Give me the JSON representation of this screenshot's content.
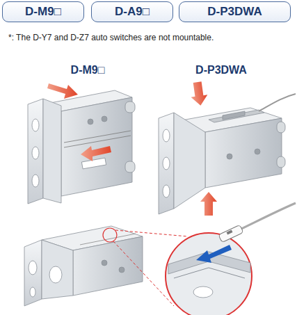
{
  "diagram": {
    "nodes": [
      {
        "text": [
          "D-M9□"
        ]
      },
      {
        "text": [
          "D-A9□"
        ]
      },
      {
        "text": [
          "D-P3DWA"
        ]
      }
    ],
    "labels": [
      "*: The D-Y7 and D-Z7 auto switches are not mountable.",
      "D-M9□",
      "D-P3DWA"
    ]
  }
}
